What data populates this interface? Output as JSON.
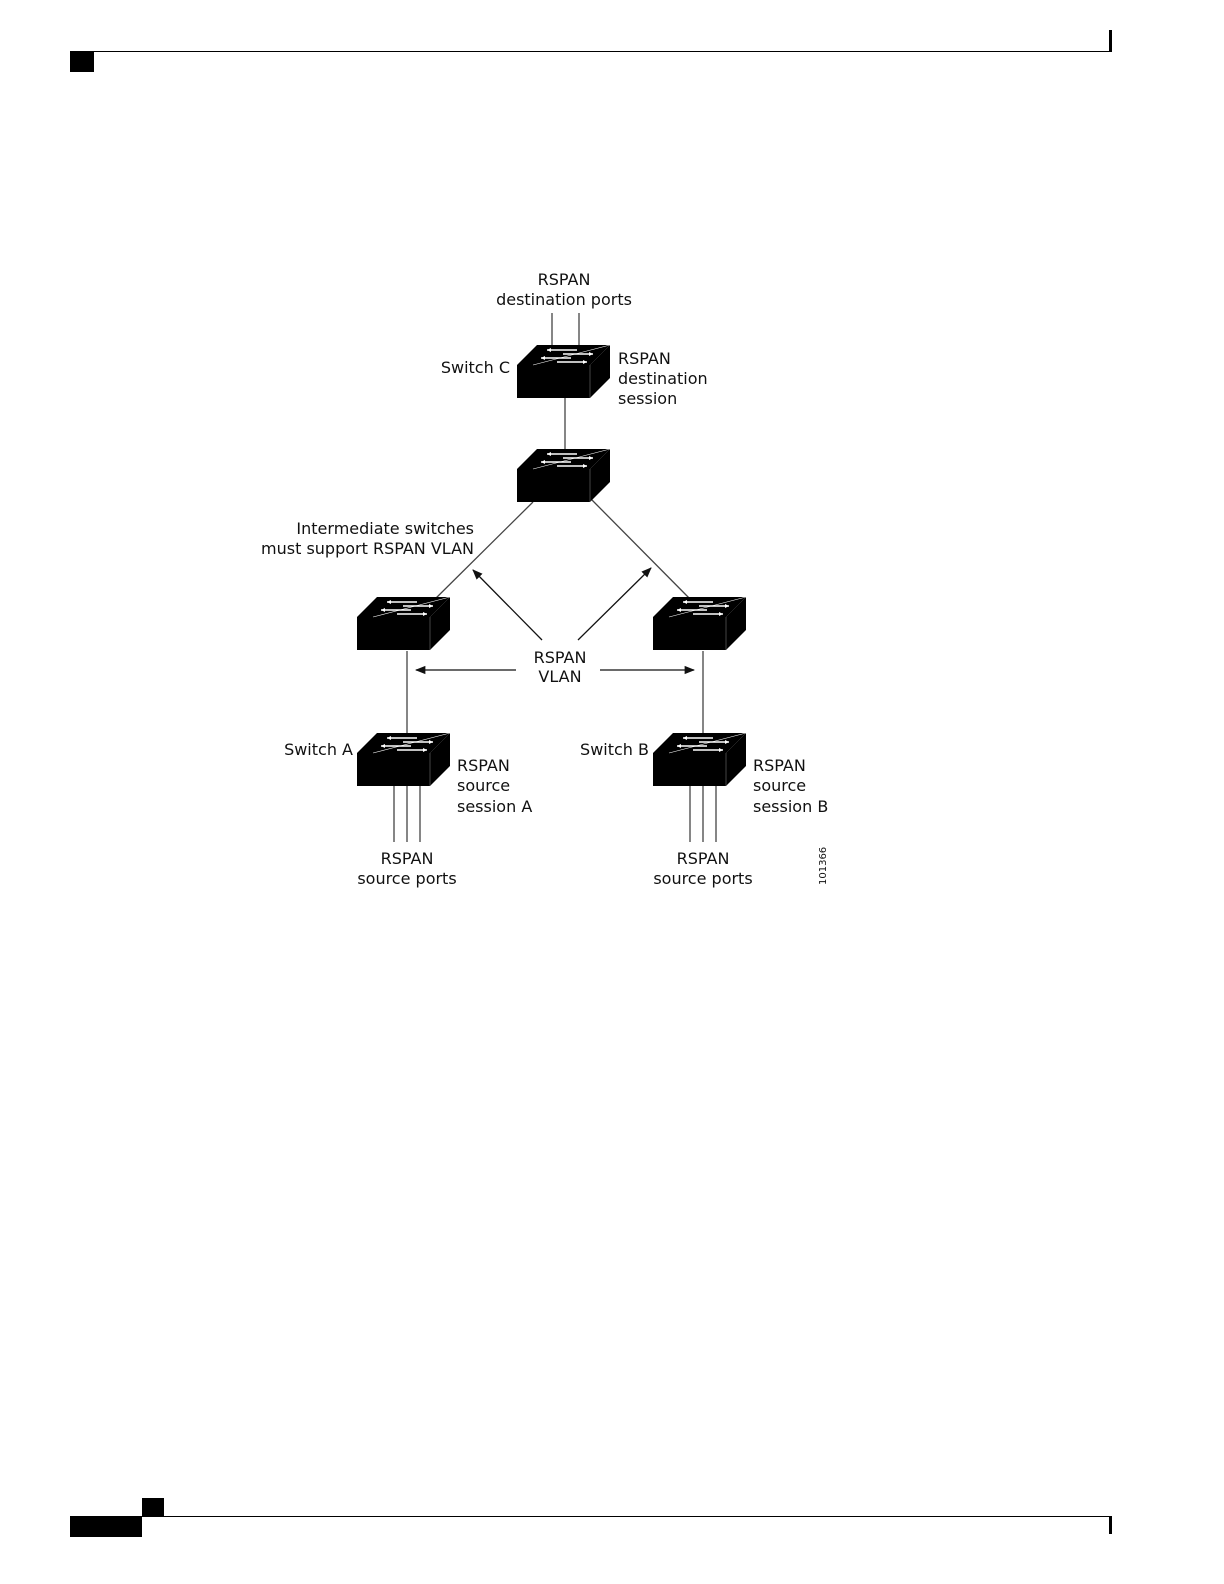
{
  "labels": {
    "dest_ports": [
      "RSPAN",
      "destination ports"
    ],
    "switch_c": "Switch C",
    "dest_session": [
      "RSPAN",
      "destination",
      "session"
    ],
    "intermediate": [
      "Intermediate switches",
      "must support RSPAN VLAN"
    ],
    "rspan_vlan": [
      "RSPAN",
      "VLAN"
    ],
    "switch_a": "Switch A",
    "switch_b": "Switch B",
    "source_session_a": [
      "RSPAN",
      "source",
      "session A"
    ],
    "source_session_b": [
      "RSPAN",
      "source",
      "session B"
    ],
    "source_ports_a": [
      "RSPAN",
      "source ports"
    ],
    "source_ports_b": [
      "RSPAN",
      "source ports"
    ],
    "figure_id": "101366"
  },
  "colors": {
    "switch_fill": "#000000",
    "arrow_color": "#ffffff",
    "line_color": "#333333"
  }
}
